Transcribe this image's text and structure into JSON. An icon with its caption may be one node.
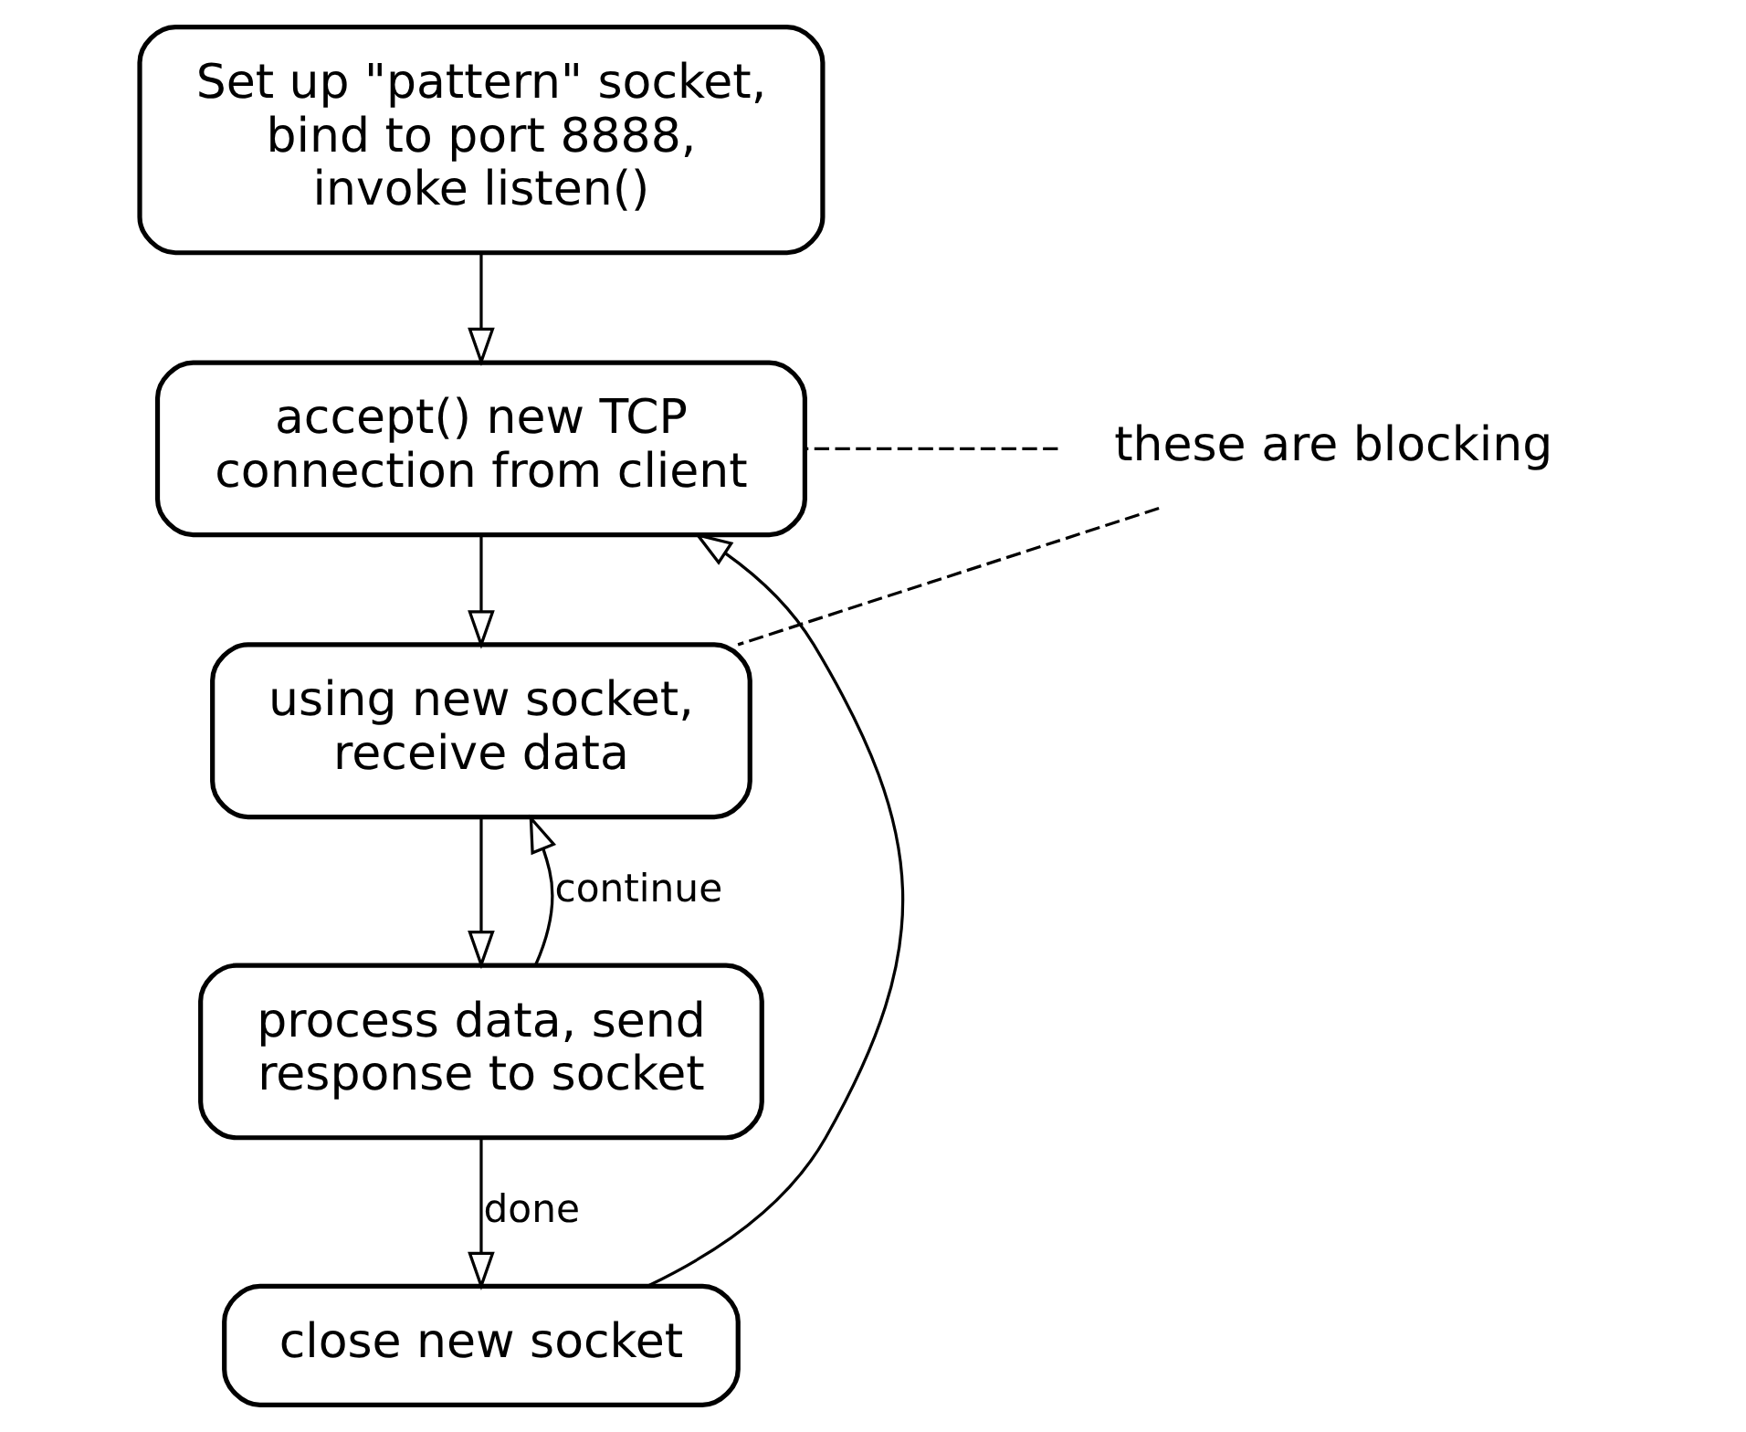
{
  "diagram": {
    "nodes": [
      {
        "text": [
          "Set up \"pattern\" socket, bind to port 8888, invoke listen()"
        ]
      },
      {
        "text": [
          "accept() new TCP connection from client"
        ]
      },
      {
        "text": [
          "using new socket, receive data"
        ]
      },
      {
        "text": [
          "process data, send response to socket"
        ]
      },
      {
        "text": [
          "close new socket"
        ]
      },
      {
        "text": [
          "these are blocking"
        ]
      }
    ],
    "edges": [
      {
        "from": 0,
        "to": 1,
        "arrow": "to"
      },
      {
        "from": 1,
        "to": 2,
        "arrow": "to"
      },
      {
        "from": 2,
        "to": 3,
        "arrow": "to"
      },
      {
        "from": 3,
        "to": 2,
        "arrow": "to",
        "label": "continue"
      },
      {
        "from": 3,
        "to": 4,
        "arrow": "to",
        "label": "done"
      },
      {
        "from": 4,
        "to": 1,
        "arrow": "to"
      },
      {
        "from": 5,
        "to": 1,
        "arrow": "none",
        "style": "dashed"
      },
      {
        "from": 5,
        "to": 2,
        "arrow": "none",
        "style": "dashed"
      }
    ]
  }
}
